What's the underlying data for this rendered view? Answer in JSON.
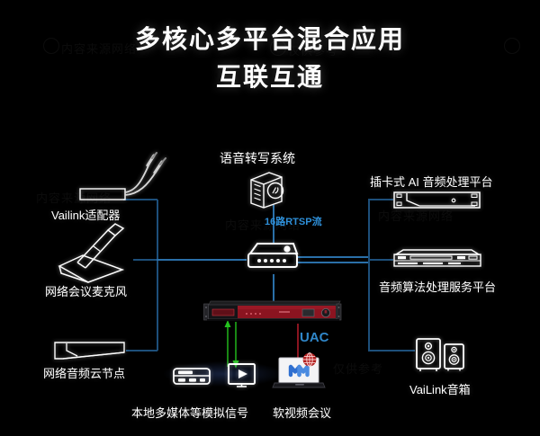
{
  "page": {
    "background_color": "#000000",
    "accent_line_color": "#1d4f7a",
    "accent_text_color": "#2e8fd8",
    "green_arrow_color": "#24c21e",
    "red_line_color": "#8a1520"
  },
  "title": {
    "line1": "多核心多平台混合应用",
    "line2": "互联互通"
  },
  "watermarks": [
    {
      "text": "内容来源网络"
    },
    {
      "text": "仅供参考"
    },
    {
      "text": "内容来源网络"
    }
  ],
  "nodes": {
    "adapter": {
      "label": "Vailink适配器",
      "icon": "audio-adapter-icon"
    },
    "microphone": {
      "label": "网络会议麦克风",
      "icon": "conference-microphone-icon"
    },
    "cloud_node": {
      "label": "网络音频云节点",
      "icon": "network-audio-node-icon"
    },
    "transcription": {
      "label": "语音转写系统",
      "icon": "server-tower-icon"
    },
    "switch": {
      "label": "",
      "icon": "network-switch-icon"
    },
    "ai_platform": {
      "label": "插卡式 AI 音频处理平台",
      "icon": "card-chassis-icon"
    },
    "algo_platform": {
      "label": "音频算法处理服务平台",
      "icon": "rack-server-icon"
    },
    "speakers": {
      "label": "VaiLink音箱",
      "icon": "speaker-pair-icon"
    },
    "core_unit": {
      "label": "",
      "icon": "rack-processor-icon",
      "panel_color": "#8b1420"
    },
    "multimedia": {
      "label": "本地多媒体等模拟信号",
      "icon_1": "dvd-player-icon",
      "icon_2": "media-play-icon"
    },
    "soft_conference": {
      "label": "软视频会议",
      "icon": "laptop-icon",
      "badge_icon": "globe-icon"
    }
  },
  "edge_labels": {
    "rtsp": "16路RTSP流",
    "uac": "UAC"
  }
}
